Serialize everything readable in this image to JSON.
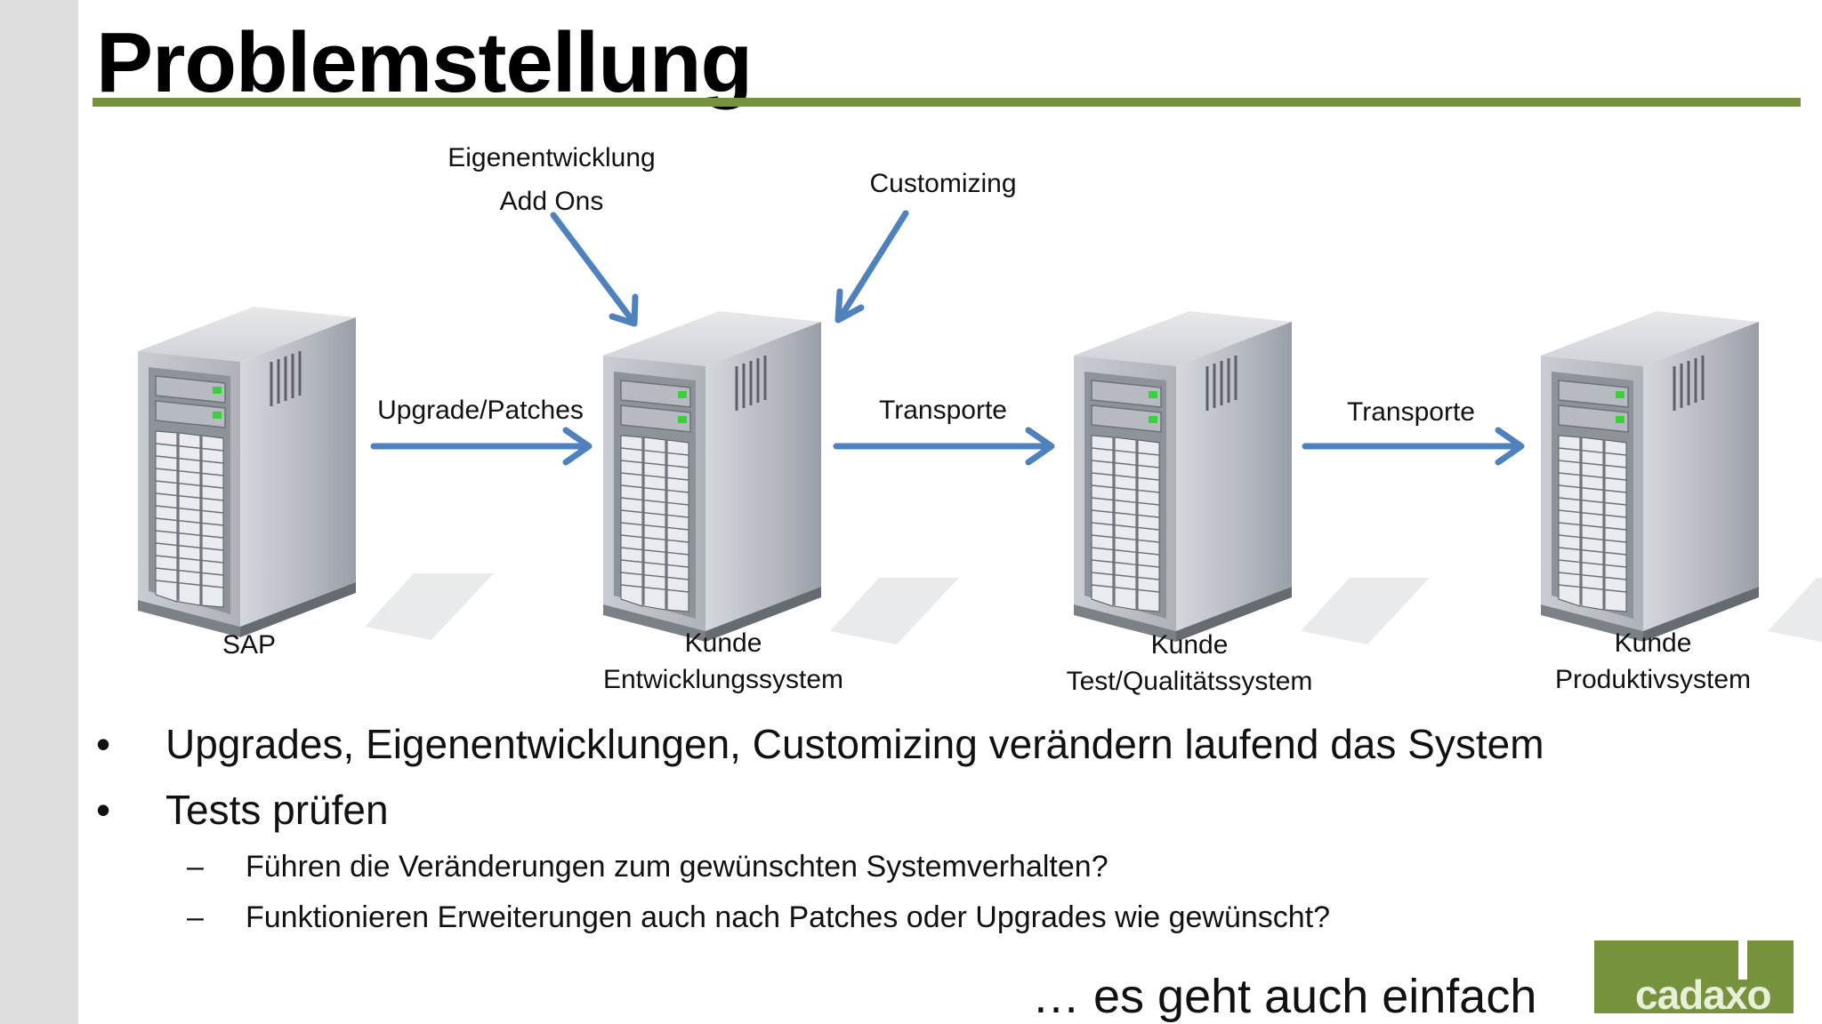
{
  "slide": {
    "title": "Problemstellung"
  },
  "diagram": {
    "inputs": {
      "eigenentwicklung": "Eigenentwicklung",
      "addons": "Add Ons",
      "customizing": "Customizing"
    },
    "arrows": {
      "upgrade": "Upgrade/Patches",
      "transport1": "Transporte",
      "transport2": "Transporte"
    },
    "servers": {
      "sap": "SAP",
      "dev_line1": "Kunde",
      "dev_line2": "Entwicklungssystem",
      "test_line1": "Kunde",
      "test_line2": "Test/Qualitätssystem",
      "prod_line1": "Kunde",
      "prod_line2": "Produktivsystem"
    },
    "colors": {
      "arrow": "#4f81bd",
      "accent": "#76923c"
    }
  },
  "bullets": {
    "bullet_symbol": "•",
    "dash_symbol": "–",
    "item1": "Upgrades, Eigenentwicklungen, Customizing verändern laufend das System",
    "item2": "Tests prüfen",
    "sub1": "Führen die Veränderungen zum gewünschten Systemverhalten?",
    "sub2": "Funktionieren Erweiterungen auch nach Patches oder Upgrades wie gewünscht?"
  },
  "footer": {
    "tagline": "… es geht auch einfach",
    "logo_text": "cadaxo"
  }
}
